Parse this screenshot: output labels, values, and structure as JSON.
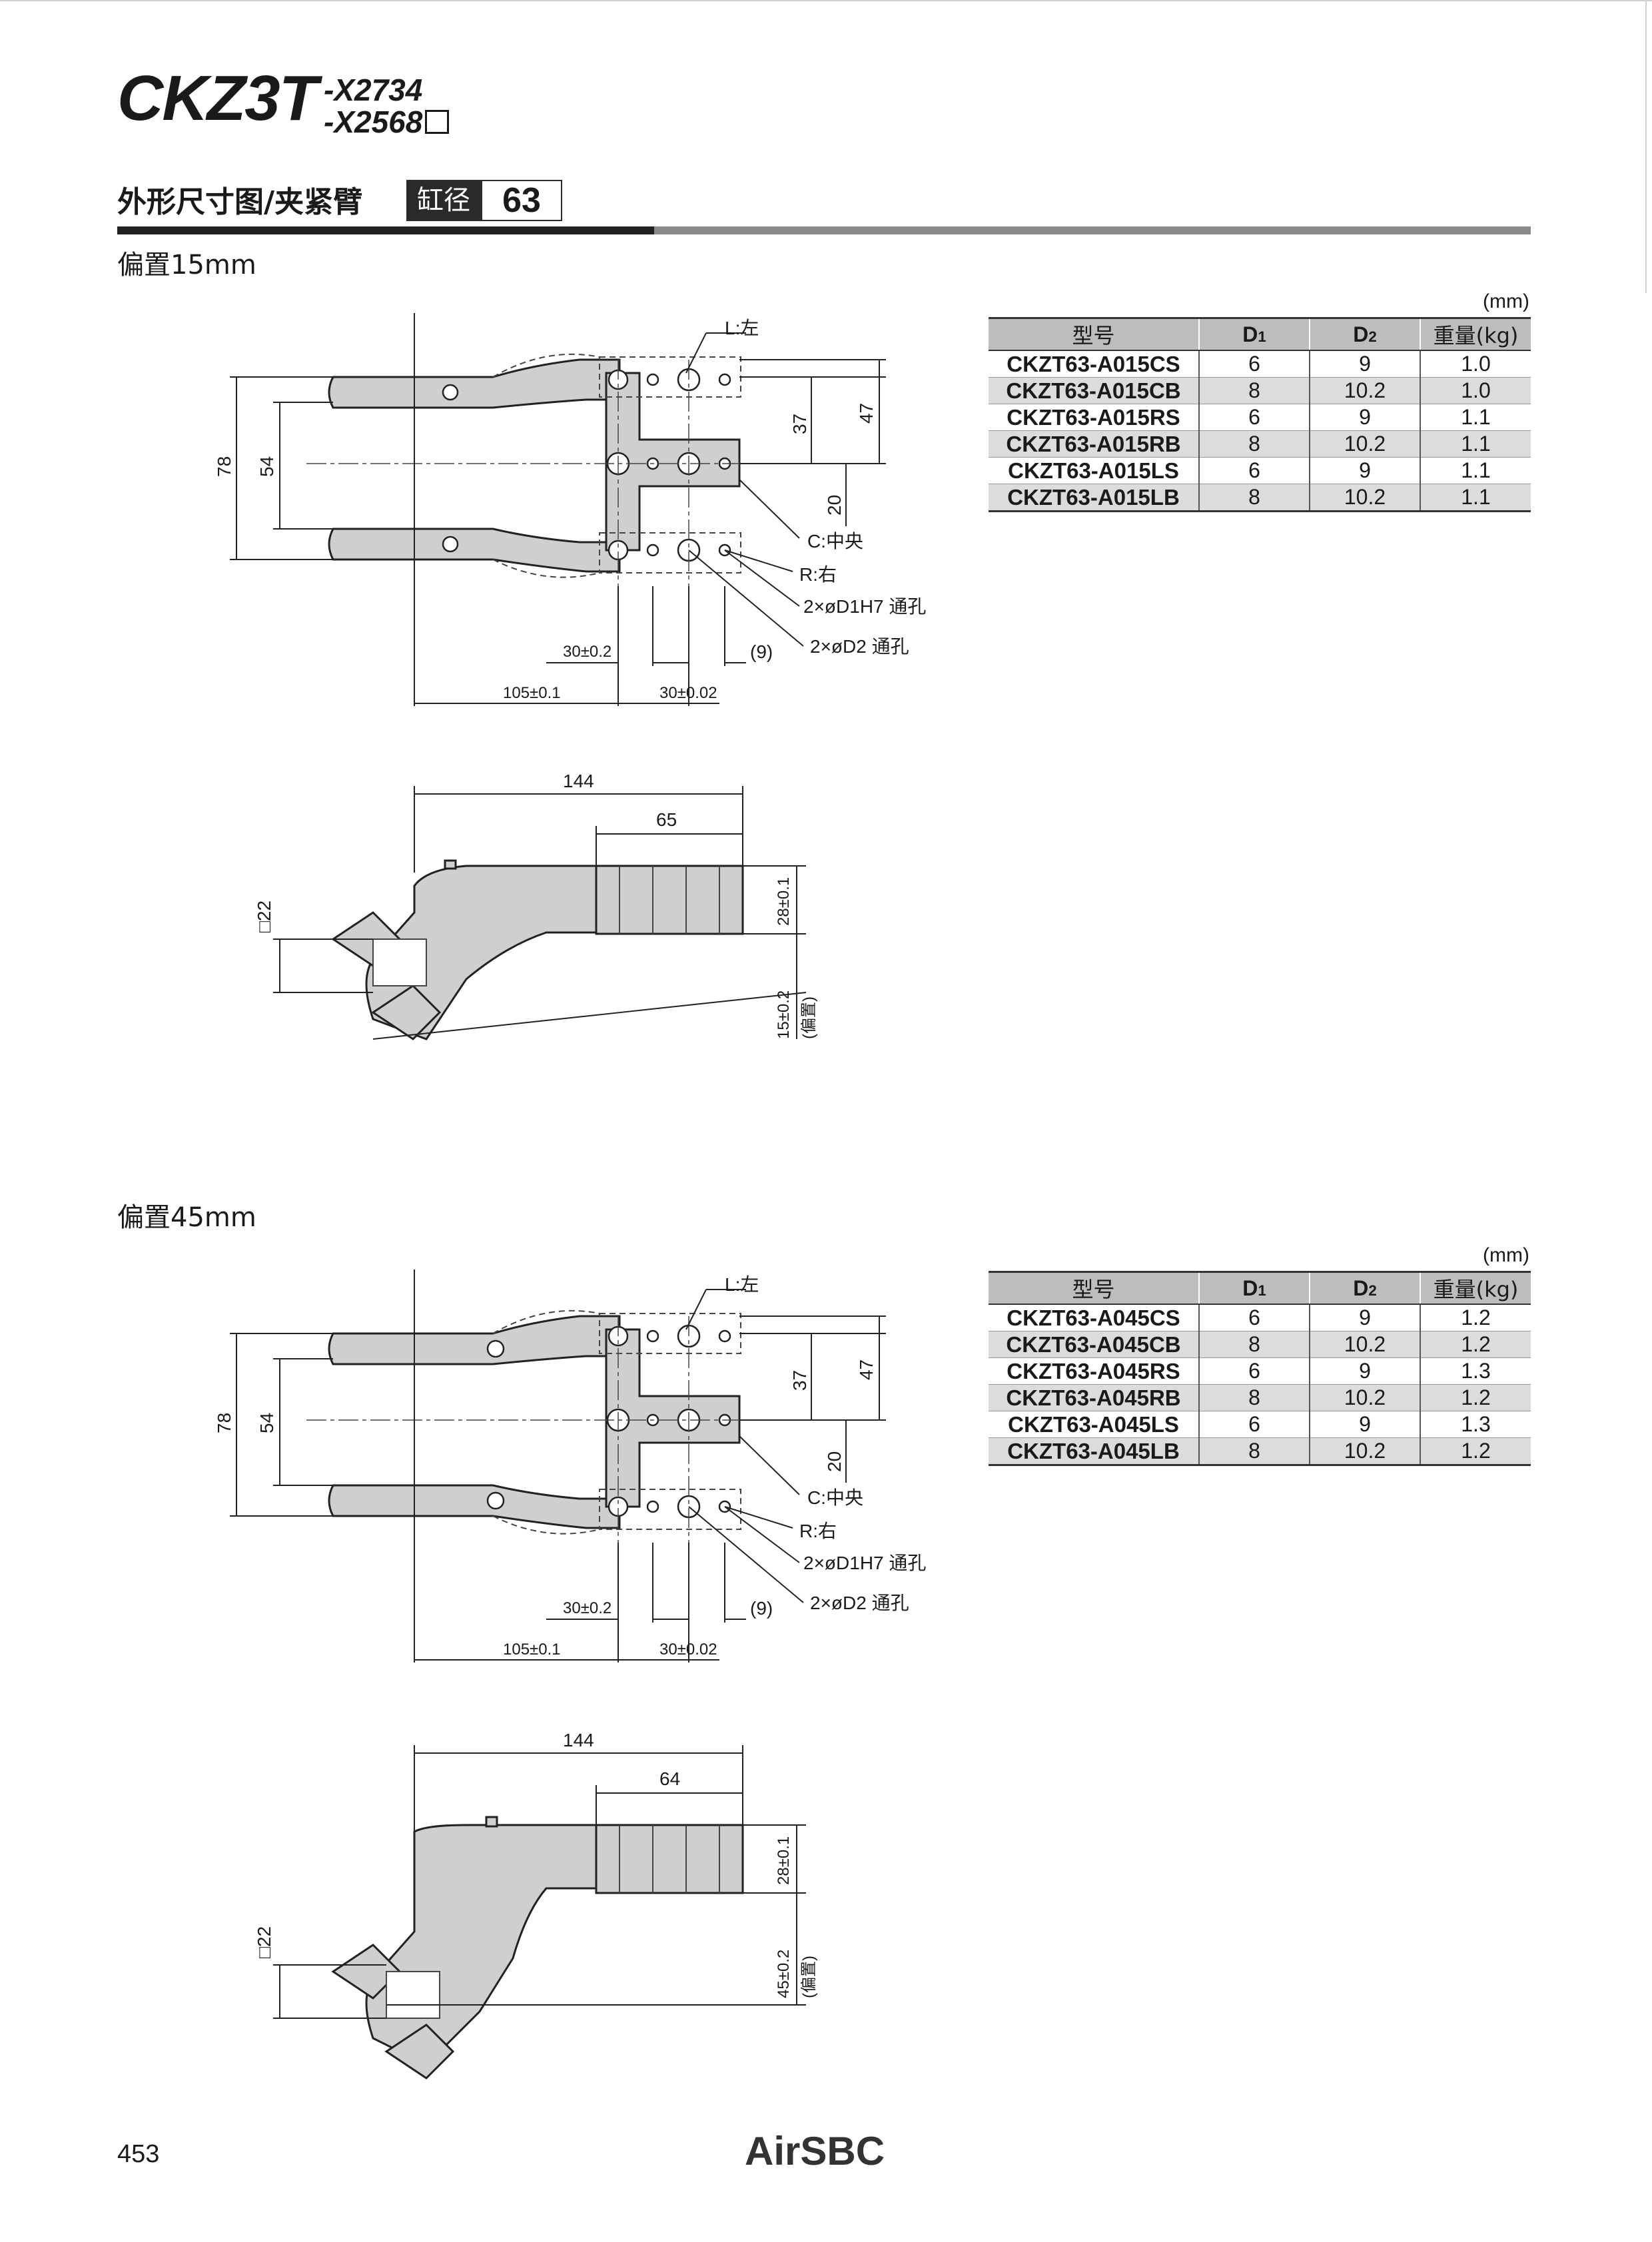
{
  "header": {
    "product": "CKZ3T",
    "suffix_1": "-X2734",
    "suffix_2": "-X2568"
  },
  "section_title": "外形尺寸图/夹紧臂",
  "bore_label": "缸径",
  "bore_value": "63",
  "unit": "(mm)",
  "table_headers": [
    "型号",
    "D1",
    "D2",
    "重量(kg)"
  ],
  "offset15": {
    "label": "偏置15mm",
    "rows": [
      [
        "CKZT63-A015CS",
        "6",
        "9",
        "1.0"
      ],
      [
        "CKZT63-A015CB",
        "8",
        "10.2",
        "1.0"
      ],
      [
        "CKZT63-A015RS",
        "6",
        "9",
        "1.1"
      ],
      [
        "CKZT63-A015RB",
        "8",
        "10.2",
        "1.1"
      ],
      [
        "CKZT63-A015LS",
        "6",
        "9",
        "1.1"
      ],
      [
        "CKZT63-A015LB",
        "8",
        "10.2",
        "1.1"
      ]
    ],
    "plan": {
      "L": "L:左",
      "C": "C:中央",
      "R": "R:右",
      "hole1": "2×øD1H7 通孔",
      "hole2": "2×øD2 通孔",
      "d78": "78",
      "d54": "54",
      "d37": "37",
      "d47": "47",
      "d20": "20",
      "d30a": "30±0.2",
      "d9": "(9)",
      "d105": "105±0.1",
      "d30b": "30±0.02"
    },
    "side": {
      "d144": "144",
      "d65": "65",
      "d28": "28±0.1",
      "dsq": "□22",
      "d_offset": "15±0.2",
      "offset_word": "(偏置)"
    }
  },
  "offset45": {
    "label": "偏置45mm",
    "rows": [
      [
        "CKZT63-A045CS",
        "6",
        "9",
        "1.2"
      ],
      [
        "CKZT63-A045CB",
        "8",
        "10.2",
        "1.2"
      ],
      [
        "CKZT63-A045RS",
        "6",
        "9",
        "1.3"
      ],
      [
        "CKZT63-A045RB",
        "8",
        "10.2",
        "1.2"
      ],
      [
        "CKZT63-A045LS",
        "6",
        "9",
        "1.3"
      ],
      [
        "CKZT63-A045LB",
        "8",
        "10.2",
        "1.2"
      ]
    ],
    "plan": {
      "L": "L:左",
      "C": "C:中央",
      "R": "R:右",
      "hole1": "2×øD1H7 通孔",
      "hole2": "2×øD2 通孔",
      "d78": "78",
      "d54": "54",
      "d37": "37",
      "d47": "47",
      "d20": "20",
      "d30a": "30±0.2",
      "d9": "(9)",
      "d105": "105±0.1",
      "d30b": "30±0.02"
    },
    "side": {
      "d144": "144",
      "d64": "64",
      "d28": "28±0.1",
      "dsq": "□22",
      "d_offset": "45±0.2",
      "offset_word": "(偏置)"
    }
  },
  "footer": {
    "page": "453",
    "logo": "AirSBC"
  },
  "colors": {
    "part_fill": "#cfcfcf",
    "outline": "#222222",
    "table_header": "#bdbdbd",
    "table_alt": "#dcdcdc"
  }
}
